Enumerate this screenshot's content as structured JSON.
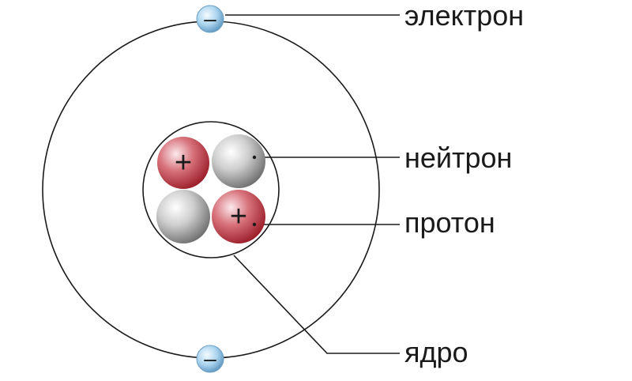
{
  "labels": {
    "electron": "электрон",
    "neutron": "нейтрон",
    "proton": "протон",
    "nucleus": "ядро"
  },
  "signs": {
    "electron": "–",
    "proton": "+"
  },
  "colors": {
    "line": "#1a1a1a",
    "electron_fill": "#a9d3ee",
    "electron_stroke": "#5a8fb5",
    "proton_fill": "#b8323c",
    "neutron_fill": "#9e9e9e",
    "background": "#ffffff"
  }
}
